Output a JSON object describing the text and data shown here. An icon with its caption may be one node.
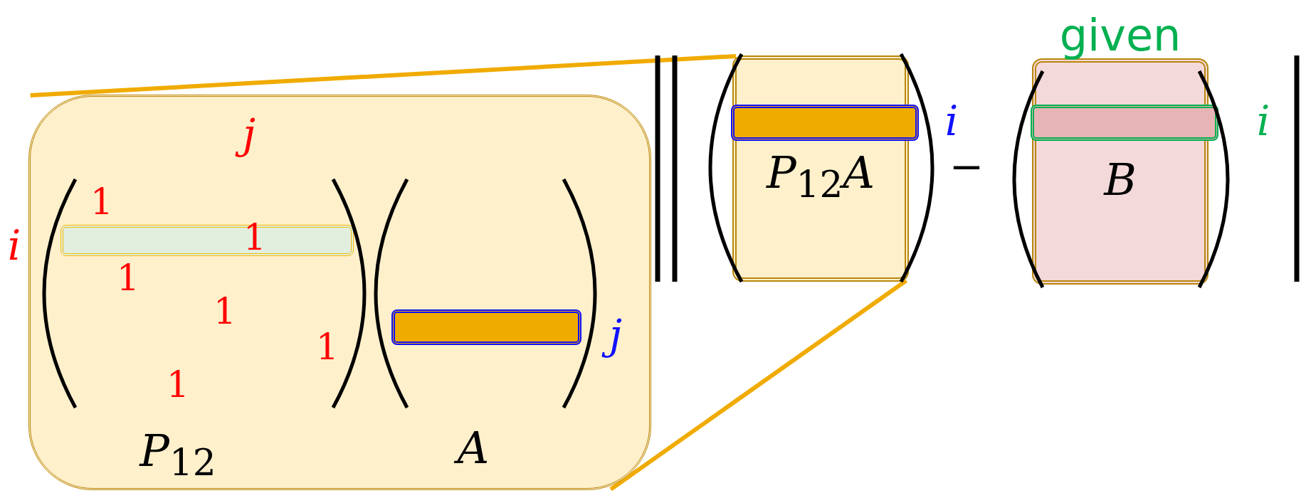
{
  "diagram": {
    "nodes": [
      {
        "text": [],
        "shape": "box"
      },
      {
        "text": [],
        "shape": "bar",
        "in": 0
      },
      {
        "text": [],
        "shape": "bar",
        "in": 0
      },
      {
        "text": [
          "*P*$_{12}$*A*"
        ]
      },
      {
        "text": [],
        "shape": "bar",
        "in": 3
      },
      {
        "text": [
          "*B*"
        ],
        "beside": [
          "given"
        ]
      },
      {
        "text": [],
        "shape": "bar",
        "in": 5
      }
    ],
    "edges": [
      {
        "from": 0,
        "to": 3,
        "arrow": "none"
      },
      {
        "from": 0,
        "to": 3,
        "arrow": "none"
      }
    ],
    "labels": [
      "*j*",
      "*i*",
      "1",
      "1",
      "1",
      "1",
      "1",
      "1",
      "*P*$_{12}$",
      "*A*",
      "*j*",
      "*i*",
      "−",
      "*i*"
    ]
  }
}
